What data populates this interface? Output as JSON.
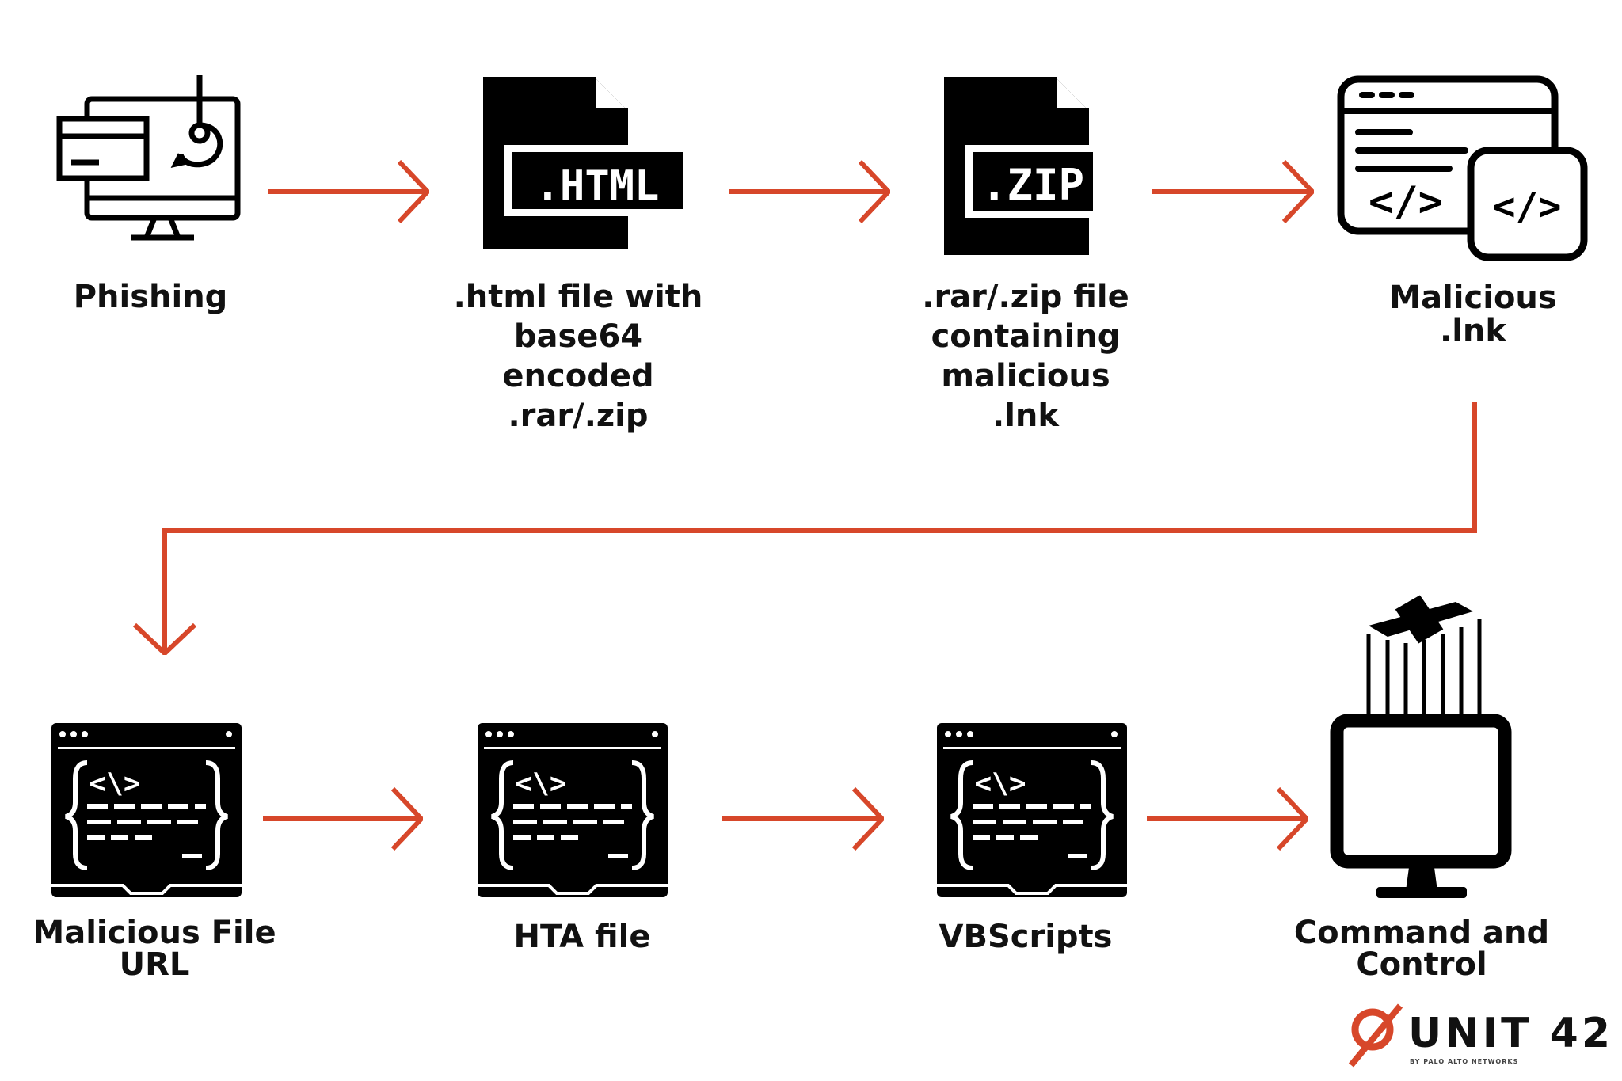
{
  "accent_color": "#d7472a",
  "icon_color": "#000000",
  "steps": [
    {
      "label": "Phishing",
      "icon": "phishing-monitor-icon"
    },
    {
      "label": ".html file with\nbase64 encoded\n.rar/.zip",
      "icon": "html-file-icon",
      "badge": ".HTML"
    },
    {
      "label": ".rar/.zip file\ncontaining malicious\n.lnk",
      "icon": "zip-file-icon",
      "badge": ".ZIP"
    },
    {
      "label": "Malicious\n.lnk",
      "icon": "code-windows-icon",
      "code": "</>"
    },
    {
      "label": "Malicious File\nURL",
      "icon": "code-window-icon",
      "code": "<\\>"
    },
    {
      "label": "HTA file",
      "icon": "code-window-icon",
      "code": "<\\>"
    },
    {
      "label": "VBScripts",
      "icon": "code-window-icon",
      "code": "<\\>"
    },
    {
      "label": "Command and\nControl",
      "icon": "satellite-monitor-icon"
    }
  ],
  "brand": {
    "name": "UNIT 42",
    "tagline": "BY PALO ALTO NETWORKS"
  }
}
